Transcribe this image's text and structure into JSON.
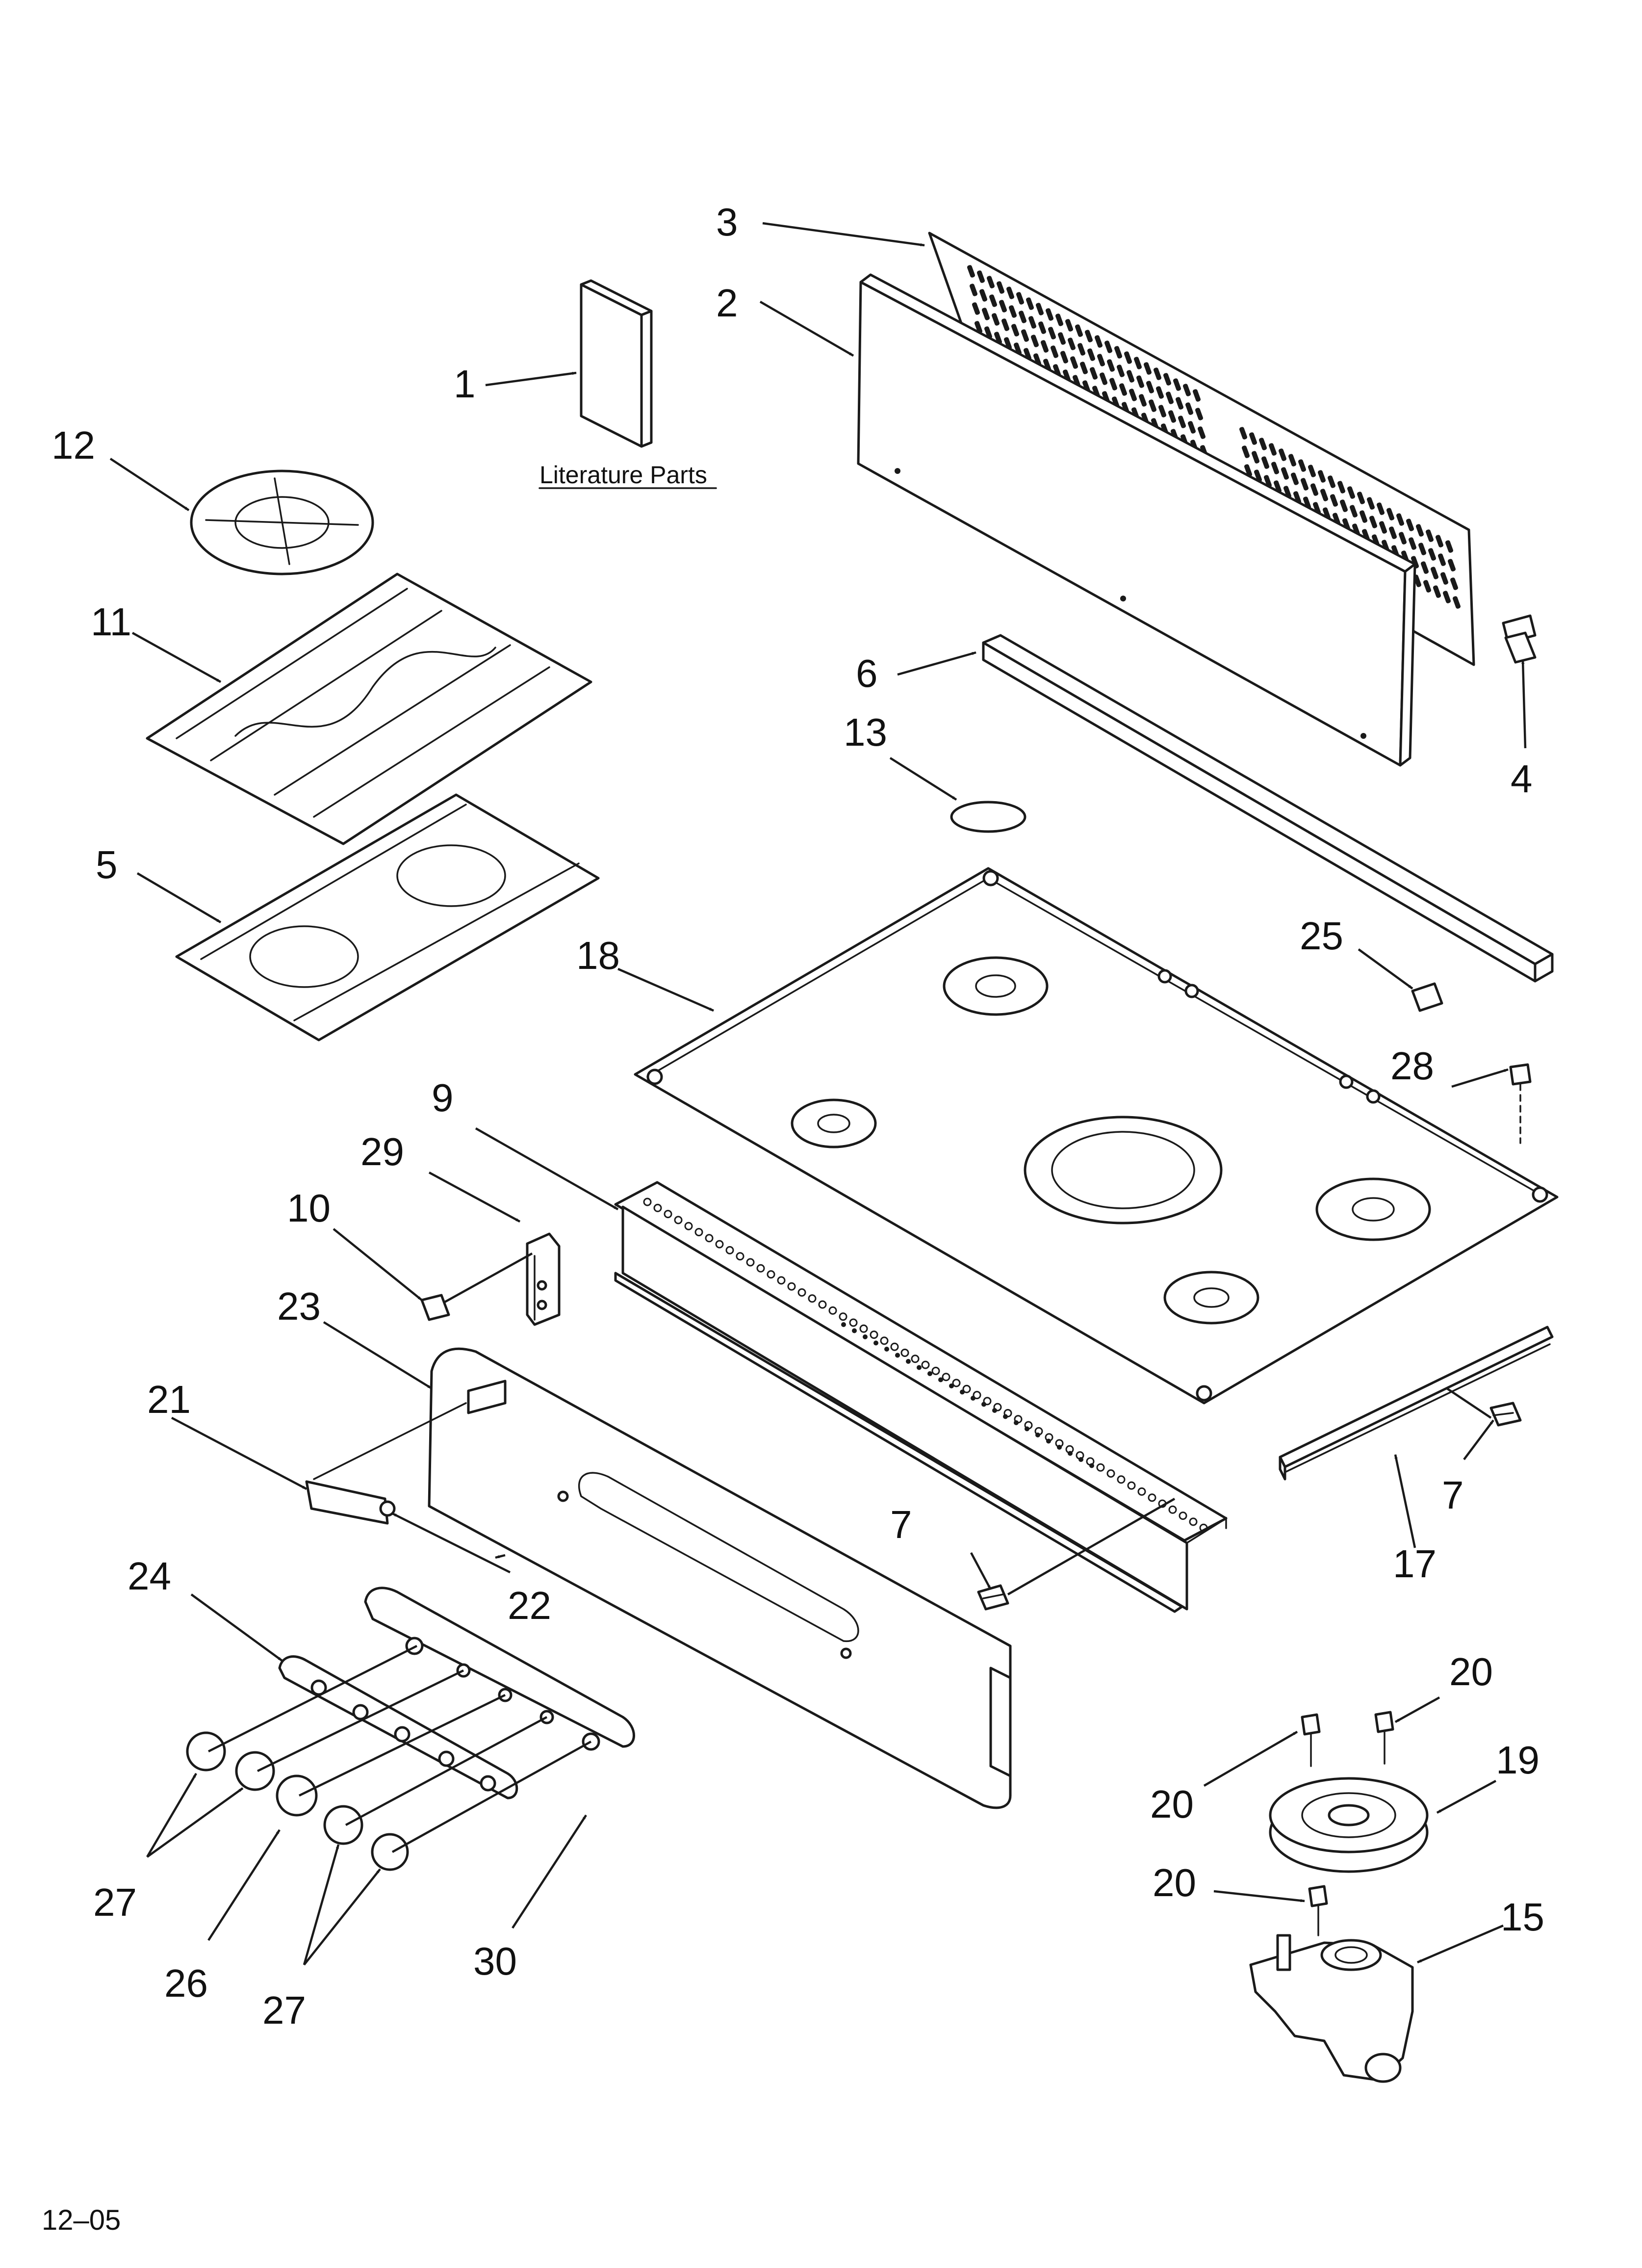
{
  "diagram": {
    "literature_label": "Literature Parts",
    "footer_code": "12–05",
    "callouts": [
      {
        "id": "c1",
        "label": "1"
      },
      {
        "id": "c2",
        "label": "2"
      },
      {
        "id": "c3",
        "label": "3"
      },
      {
        "id": "c4",
        "label": "4"
      },
      {
        "id": "c5",
        "label": "5"
      },
      {
        "id": "c6",
        "label": "6"
      },
      {
        "id": "c7a",
        "label": "7"
      },
      {
        "id": "c7b",
        "label": "7"
      },
      {
        "id": "c9",
        "label": "9"
      },
      {
        "id": "c10",
        "label": "10"
      },
      {
        "id": "c11",
        "label": "11"
      },
      {
        "id": "c12",
        "label": "12"
      },
      {
        "id": "c13",
        "label": "13"
      },
      {
        "id": "c15",
        "label": "15"
      },
      {
        "id": "c17",
        "label": "17"
      },
      {
        "id": "c18",
        "label": "18"
      },
      {
        "id": "c19",
        "label": "19"
      },
      {
        "id": "c20a",
        "label": "20"
      },
      {
        "id": "c20b",
        "label": "20"
      },
      {
        "id": "c20c",
        "label": "20"
      },
      {
        "id": "c21",
        "label": "21"
      },
      {
        "id": "c22",
        "label": "22"
      },
      {
        "id": "c23",
        "label": "23"
      },
      {
        "id": "c24",
        "label": "24"
      },
      {
        "id": "c25",
        "label": "25"
      },
      {
        "id": "c26",
        "label": "26"
      },
      {
        "id": "c27a",
        "label": "27"
      },
      {
        "id": "c27b",
        "label": "27"
      },
      {
        "id": "c28",
        "label": "28"
      },
      {
        "id": "c29",
        "label": "29"
      },
      {
        "id": "c30",
        "label": "30"
      }
    ]
  }
}
